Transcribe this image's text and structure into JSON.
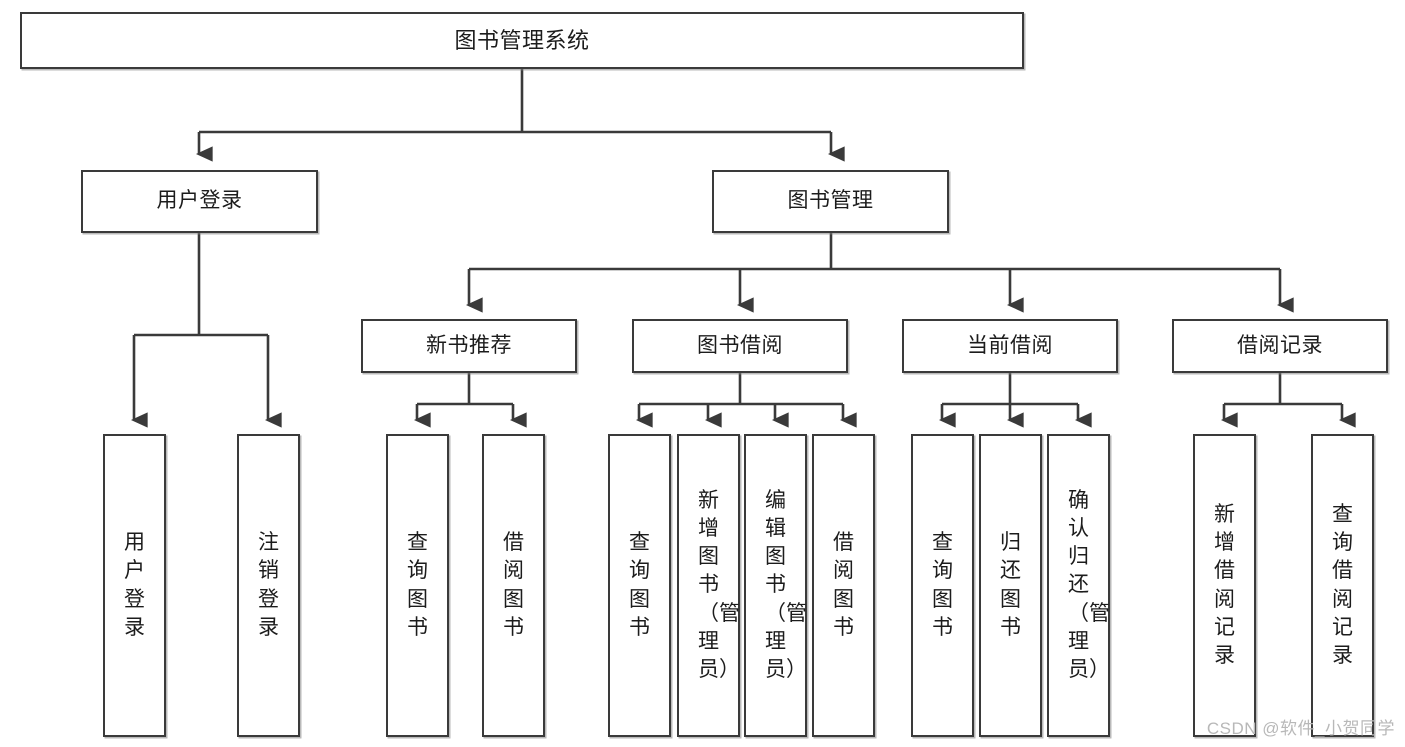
{
  "diagram": {
    "title": "图书管理系统",
    "type": "tree-hierarchy-chart",
    "stroke_color": "#3a3a3a",
    "fill_color": "#ffffff",
    "text_color": "#1c1c1c"
  },
  "nodes": {
    "root": {
      "label": "图书管理系统"
    },
    "level2": [
      {
        "label": "用户登录"
      },
      {
        "label": "图书管理"
      }
    ],
    "level3": [
      {
        "label": "新书推荐"
      },
      {
        "label": "图书借阅"
      },
      {
        "label": "当前借阅"
      },
      {
        "label": "借阅记录"
      }
    ],
    "leaves": [
      {
        "label": "用户登录"
      },
      {
        "label": "注销登录"
      },
      {
        "label": "查询图书"
      },
      {
        "label": "借阅图书"
      },
      {
        "label": "查询图书"
      },
      {
        "label": "新增图书（管理员）"
      },
      {
        "label": "编辑图书（管理员）"
      },
      {
        "label": "借阅图书"
      },
      {
        "label": "查询图书"
      },
      {
        "label": "归还图书"
      },
      {
        "label": "确认归还（管理员）"
      },
      {
        "label": "新增借阅记录"
      },
      {
        "label": "查询借阅记录"
      }
    ]
  },
  "watermark": {
    "text": "CSDN @软件_小贺同学"
  }
}
